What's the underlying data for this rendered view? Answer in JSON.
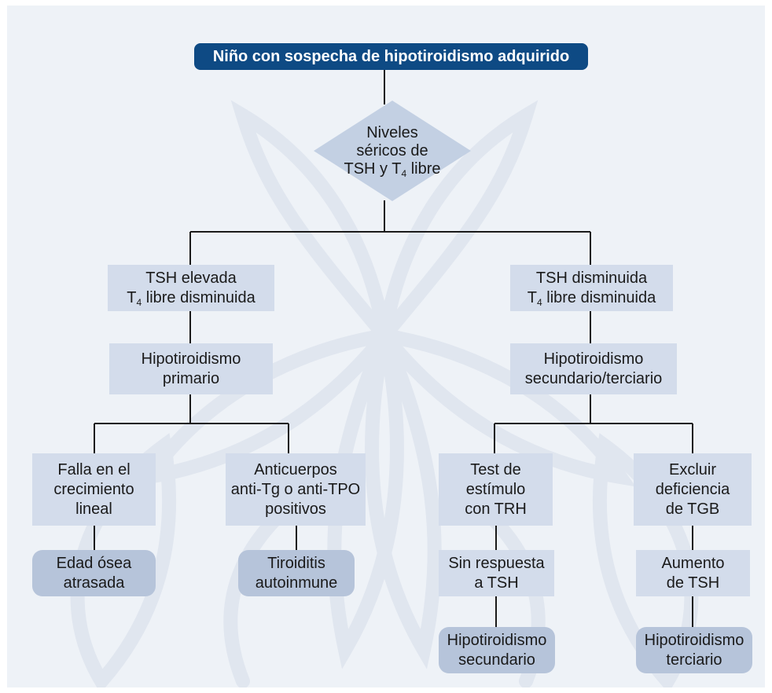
{
  "colors": {
    "panel_bg": "#eef2f7",
    "box_fill": "#d3dceb",
    "result_fill": "#b6c4da",
    "root_fill": "#0e4a84",
    "diamond_fill": "#c3d0e3",
    "line": "#1a1a1a"
  },
  "root": {
    "label": "Niño con sospecha de hipotiroidismo adquirido"
  },
  "decision": {
    "line1": "Niveles",
    "line2": "séricos de",
    "line3_pre": "TSH y T",
    "line3_sub": "4",
    "line3_post": " libre"
  },
  "left_branch": {
    "lab": {
      "line1": "TSH elevada",
      "line2_pre": "T",
      "line2_sub": "4",
      "line2_post": " libre disminuida"
    },
    "diagnosis": {
      "line1": "Hipotiroidismo",
      "line2": "primario"
    },
    "growth": {
      "line1": "Falla en el",
      "line2": "crecimiento",
      "line3": "lineal"
    },
    "bone_age": {
      "line1": "Edad ósea",
      "line2": "atrasada"
    },
    "antibodies": {
      "line1": "Anticuerpos",
      "line2": "anti-Tg o anti-TPO",
      "line3": "positivos"
    },
    "thyroiditis": {
      "line1": "Tiroiditis",
      "line2": "autoinmune"
    }
  },
  "right_branch": {
    "lab": {
      "line1": "TSH disminuida",
      "line2_pre": "T",
      "line2_sub": "4",
      "line2_post": " libre disminuida"
    },
    "diagnosis": {
      "line1": "Hipotiroidismo",
      "line2": "secundario/terciario"
    },
    "trh_test": {
      "line1": "Test de",
      "line2": "estímulo",
      "line3": "con TRH"
    },
    "no_response": {
      "line1": "Sin respuesta",
      "line2": "a TSH"
    },
    "secondary": {
      "line1": "Hipotiroidismo",
      "line2": "secundario"
    },
    "exclude_tgb": {
      "line1": "Excluir",
      "line2": "deficiencia",
      "line3": "de TGB"
    },
    "tsh_increase": {
      "line1": "Aumento",
      "line2": "de TSH"
    },
    "tertiary": {
      "line1": "Hipotiroidismo",
      "line2": "terciario"
    }
  }
}
